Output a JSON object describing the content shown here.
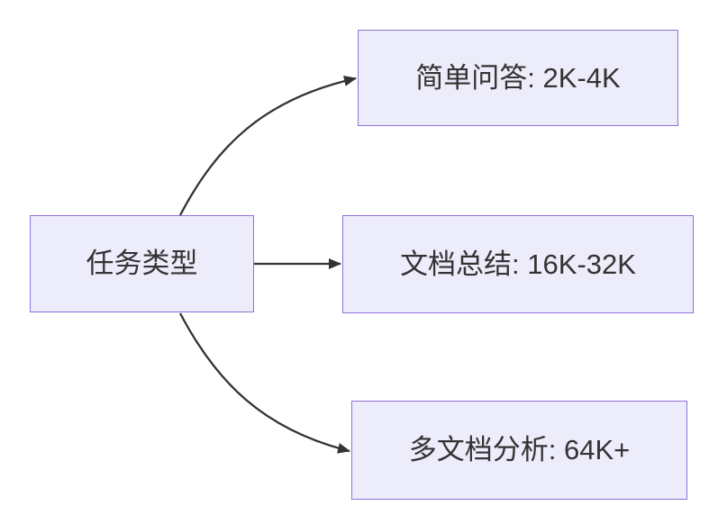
{
  "diagram": {
    "type": "flowchart-left-to-right",
    "root": {
      "label": "任务类型"
    },
    "branches": [
      {
        "label": "简单问答: 2K-4K"
      },
      {
        "label": "文档总结: 16K-32K"
      },
      {
        "label": "多文档分析: 64K+"
      }
    ],
    "colors": {
      "node_fill": "#ECECFB",
      "node_border": "#9370DB",
      "edge": "#333333",
      "text": "#333333",
      "background": "#FFFFFF"
    }
  }
}
